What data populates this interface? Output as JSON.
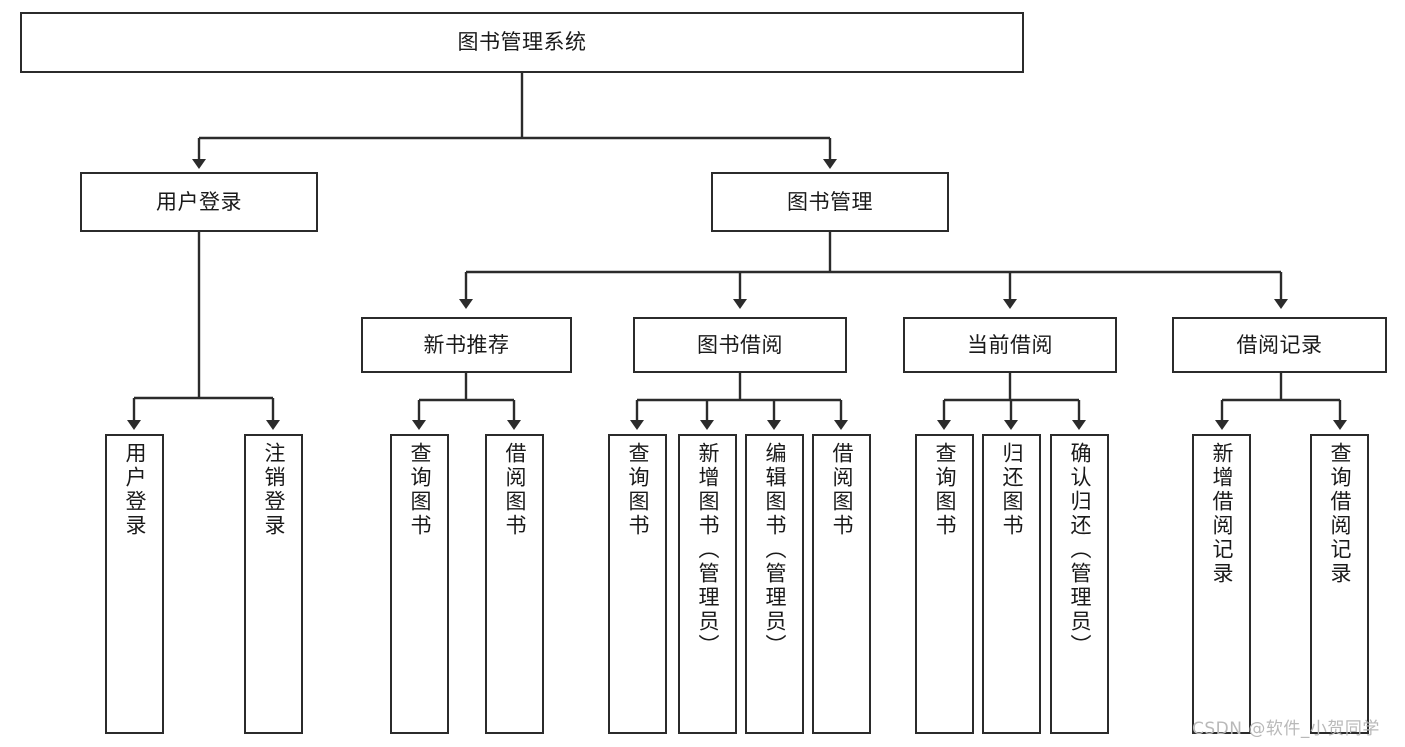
{
  "diagram": {
    "type": "tree-hierarchy-chart",
    "title": "图书管理系统",
    "watermark": "CSDN @软件_小贺同学",
    "colors": {
      "stroke": "#2b2b2b",
      "fill": "#ffffff",
      "text": "#1a1a1a",
      "watermark": "#b9b9b9"
    },
    "nodes": {
      "root": {
        "label": "图书管理系统"
      },
      "level1": [
        {
          "id": "user-login",
          "label": "用户登录"
        },
        {
          "id": "book-management",
          "label": "图书管理"
        }
      ],
      "level2": [
        {
          "id": "new-book-recommend",
          "label": "新书推荐"
        },
        {
          "id": "book-borrow",
          "label": "图书借阅"
        },
        {
          "id": "current-borrow",
          "label": "当前借阅"
        },
        {
          "id": "borrow-record",
          "label": "借阅记录"
        }
      ],
      "leaves": {
        "user-login": [
          {
            "id": "leaf-user-login",
            "label": "用户登录"
          },
          {
            "id": "leaf-logout",
            "label": "注销登录"
          }
        ],
        "new-book-recommend": [
          {
            "id": "leaf-query-book-1",
            "label": "查询图书"
          },
          {
            "id": "leaf-borrow-book-1",
            "label": "借阅图书"
          }
        ],
        "book-borrow": [
          {
            "id": "leaf-query-book-2",
            "label": "查询图书"
          },
          {
            "id": "leaf-add-book",
            "label": "新增图书（管理员）"
          },
          {
            "id": "leaf-edit-book",
            "label": "编辑图书（管理员）"
          },
          {
            "id": "leaf-borrow-book-2",
            "label": "借阅图书"
          }
        ],
        "current-borrow": [
          {
            "id": "leaf-query-book-3",
            "label": "查询图书"
          },
          {
            "id": "leaf-return-book",
            "label": "归还图书"
          },
          {
            "id": "leaf-confirm-return",
            "label": "确认归还（管理员）"
          }
        ],
        "borrow-record": [
          {
            "id": "leaf-add-record",
            "label": "新增借阅记录"
          },
          {
            "id": "leaf-query-record",
            "label": "查询借阅记录"
          }
        ]
      }
    }
  }
}
